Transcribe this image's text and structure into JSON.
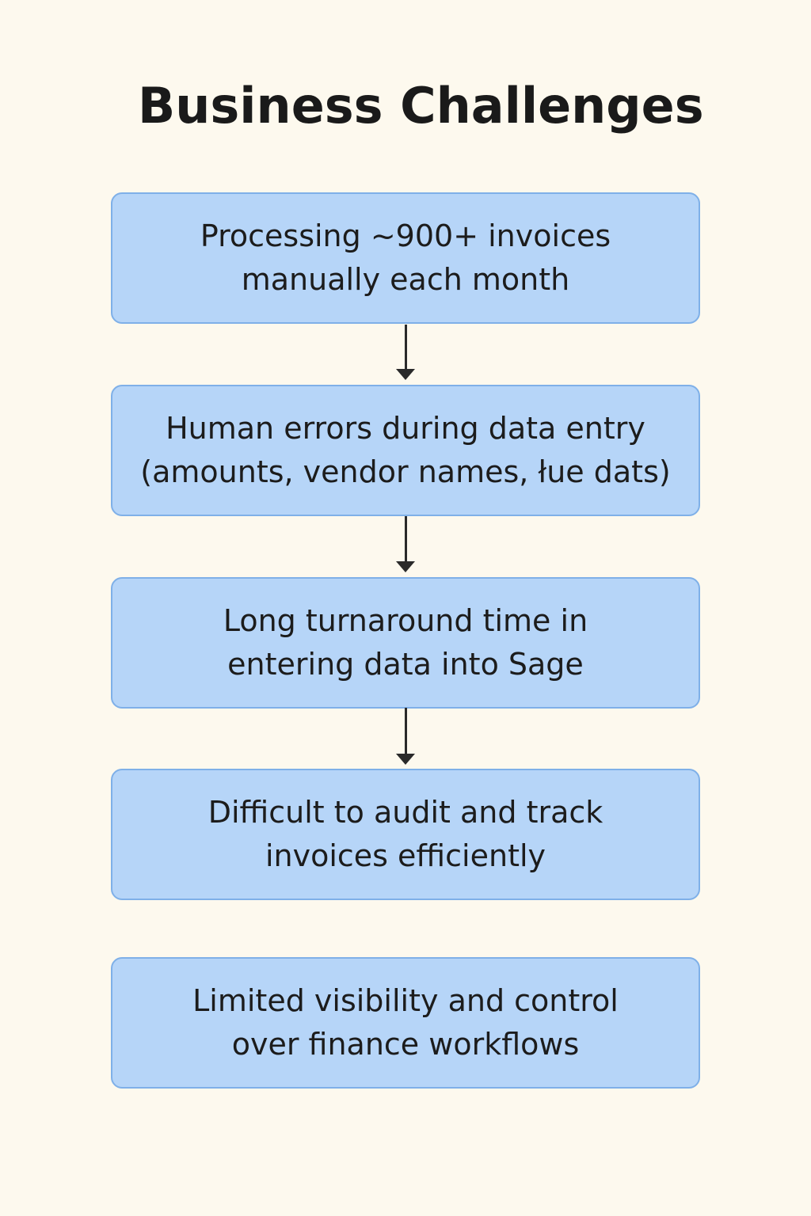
{
  "title": "Business Challenges",
  "steps": [
    {
      "text": "Processing ~900+ invoices\nmanually each month"
    },
    {
      "text": "Human errors during data entry\n(amounts, vendor names, łue dats)"
    },
    {
      "text": "Long turnaround time in\nentering data into Sage"
    },
    {
      "text": "Difficult to audit and track\ninvoices efficiently"
    },
    {
      "text": "Limited visibility and control\nover finance workflows"
    }
  ],
  "colors": {
    "background": "#fdf9ee",
    "box_fill": "#b6d5f8",
    "box_border": "#7fb0e8",
    "arrow": "#2a2a2a",
    "text": "#1c1c1c"
  }
}
